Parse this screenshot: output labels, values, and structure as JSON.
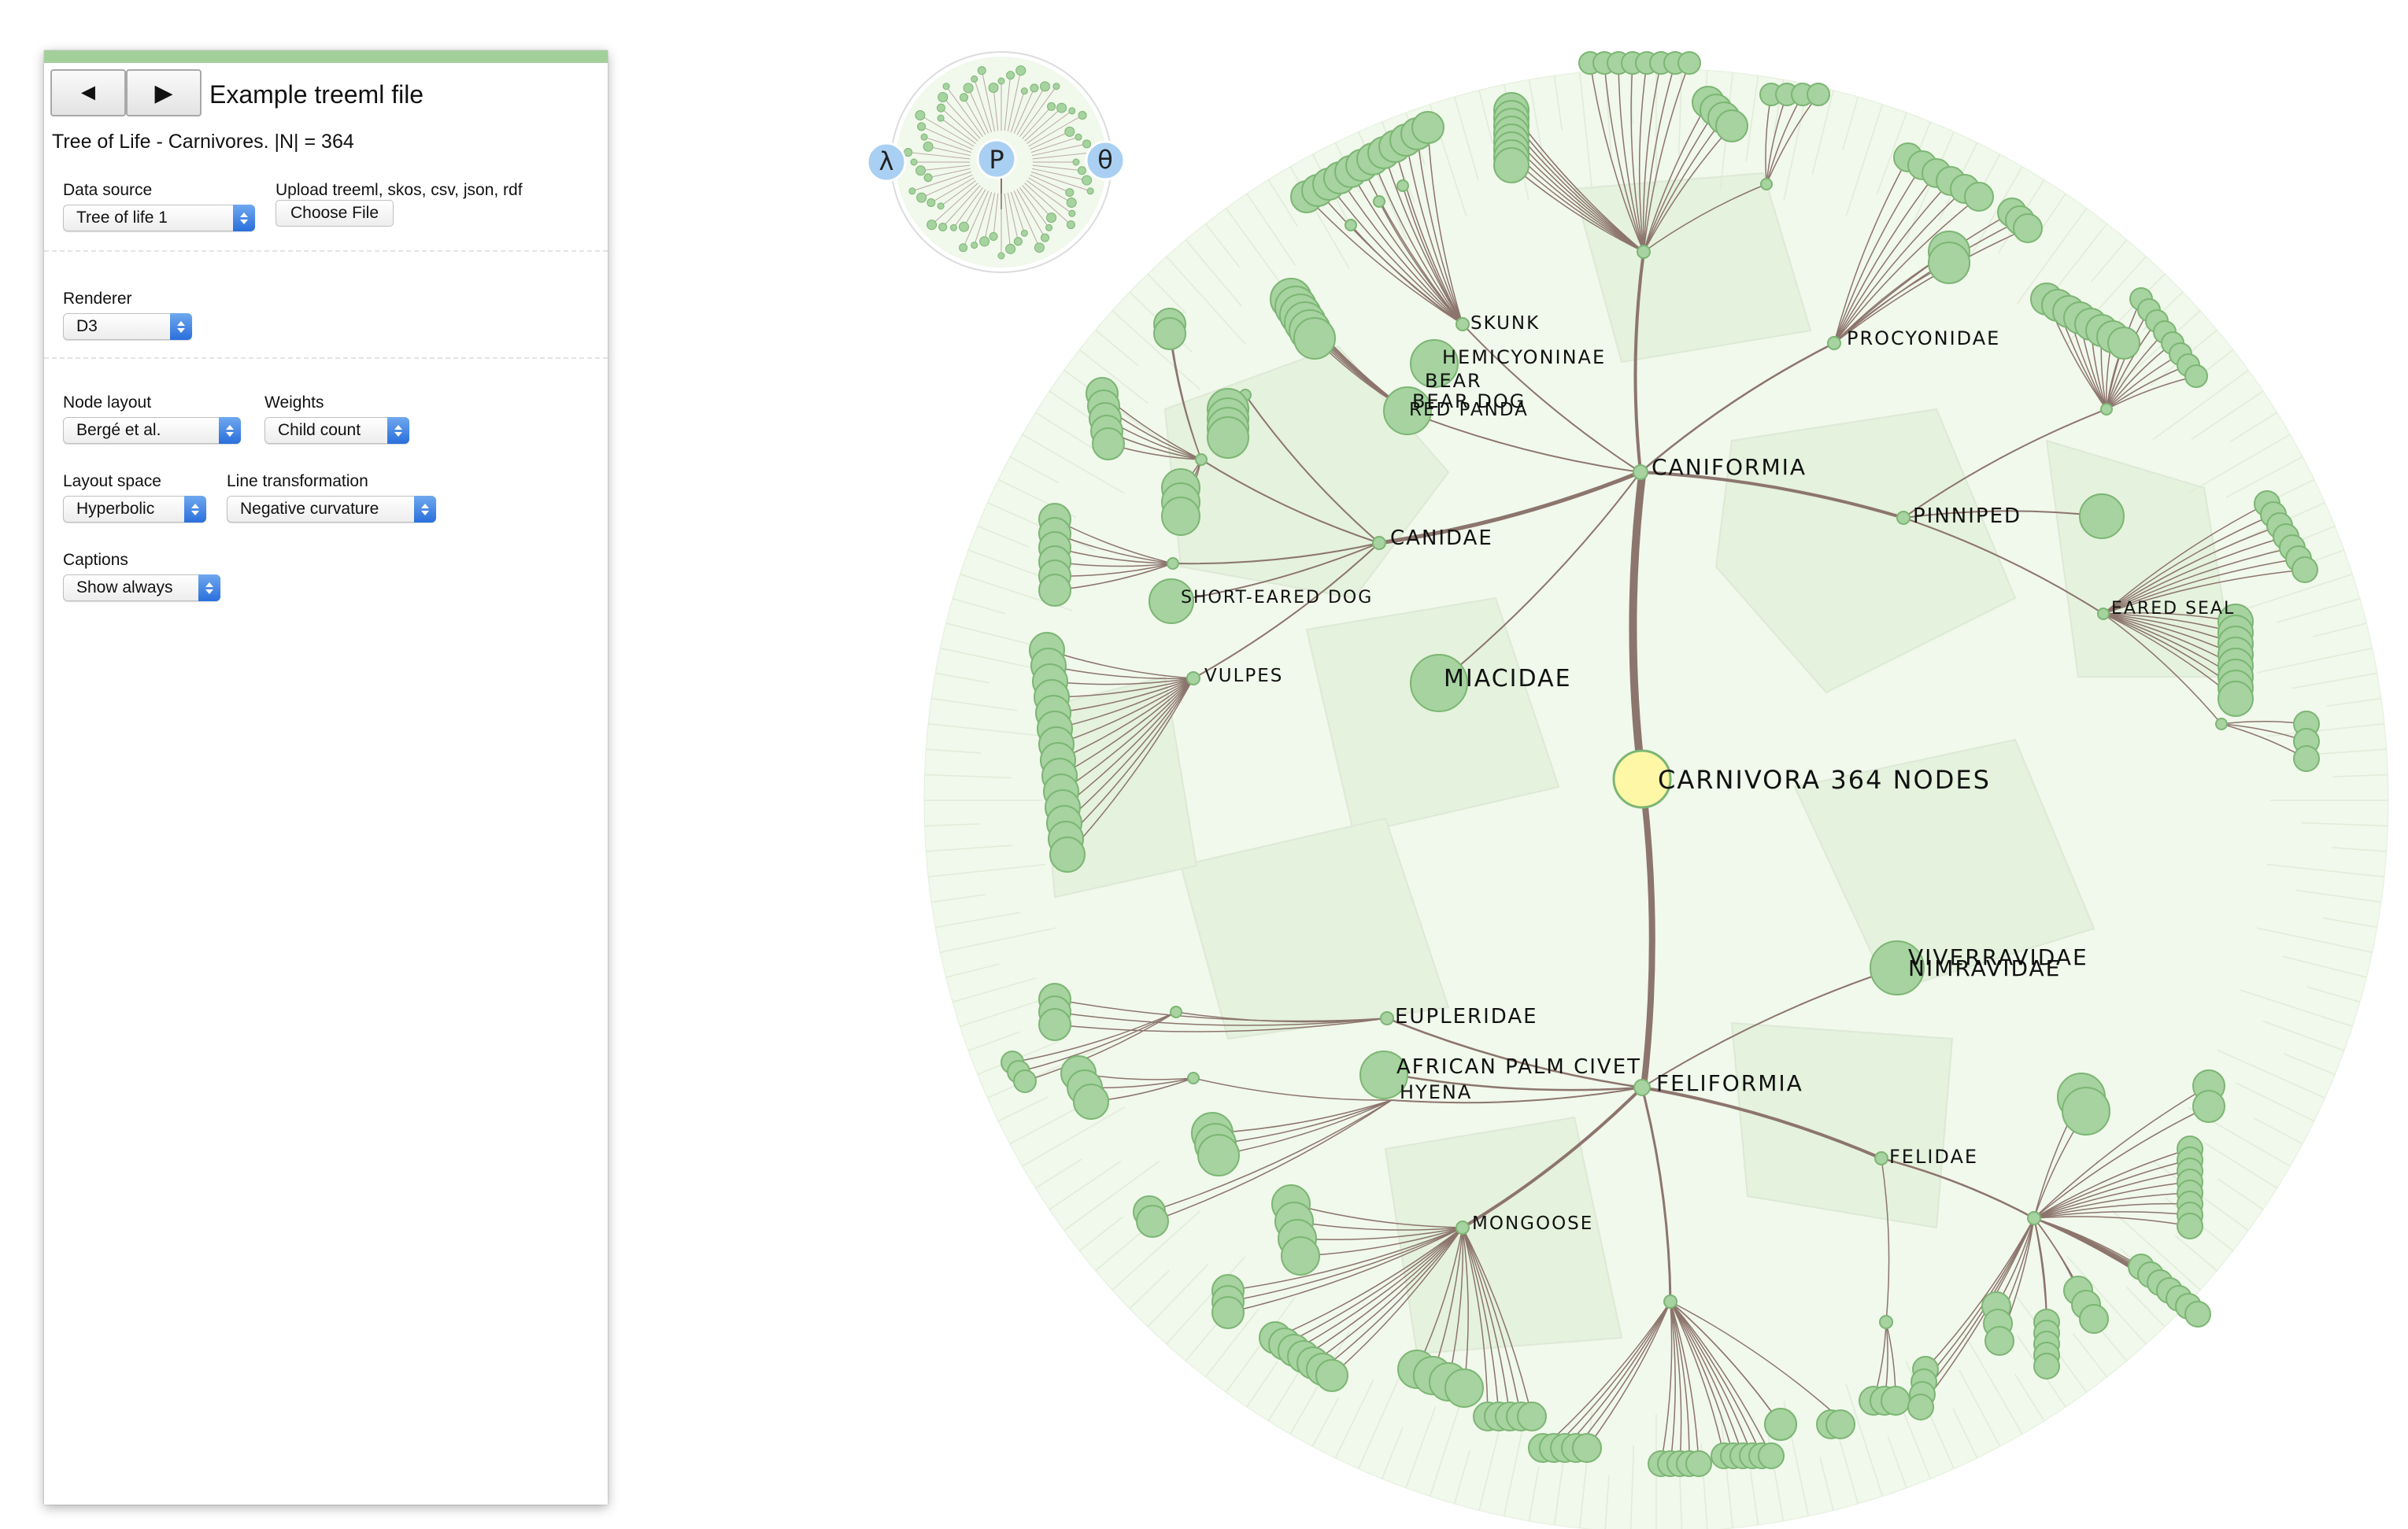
{
  "panel": {
    "back_icon": "◄",
    "forward_icon": "▶",
    "file_title": "Example treeml file",
    "tree_info": "Tree of Life - Carnivores. |N| = 364",
    "data_source": {
      "label": "Data source",
      "value": "Tree of life 1"
    },
    "upload": {
      "label": "Upload treeml, skos, csv, json, rdf",
      "button": "Choose File"
    },
    "renderer": {
      "label": "Renderer",
      "value": "D3"
    },
    "node_layout": {
      "label": "Node layout",
      "value": "Bergé et al."
    },
    "weights": {
      "label": "Weights",
      "value": "Child count"
    },
    "layout_space": {
      "label": "Layout space",
      "value": "Hyperbolic"
    },
    "line_transformation": {
      "label": "Line transformation",
      "value": "Negative curvature"
    },
    "captions": {
      "label": "Captions",
      "value": "Show always"
    }
  },
  "navigator": {
    "lambda": "λ",
    "p": "P",
    "theta": "θ"
  },
  "tree": {
    "root_caption": "CARNIVORA 364 NODES",
    "labels": {
      "caniformia": "CANIFORMIA",
      "feliformia": "FELIFORMIA",
      "miacidae": "MIACIDAE",
      "canidae": "CANIDAE",
      "vulpes": "VULPES",
      "short_eared_dog": "SHORT-EARED DOG",
      "skunk": "SKUNK",
      "hemicyoninae": "HEMICYONINAE",
      "bear": "BEAR",
      "bear_dog": "BEAR DOG",
      "red_panda": "RED PANDA",
      "procyonidae": "PROCYONIDAE",
      "pinniped": "PINNIPED",
      "eared_seal": "EARED SEAL",
      "viverravidae": "VIVERRAVIDAE",
      "nimravidae": "NIMRAVIDAE",
      "eupleridae": "EUPLERIDAE",
      "african_palm_civet": "AFRICAN PALM CIVET",
      "hyena": "HYENA",
      "felidae": "FELIDAE",
      "mongoose": "MONGOOSE"
    }
  },
  "colors": {
    "disc": "#f1f8ec",
    "node_fill": "#a6d3a0",
    "node_stroke": "#7cb673",
    "root_fill": "#fdf7a6",
    "edge": "#8c756d",
    "nav_button": "#a9d0f2"
  }
}
